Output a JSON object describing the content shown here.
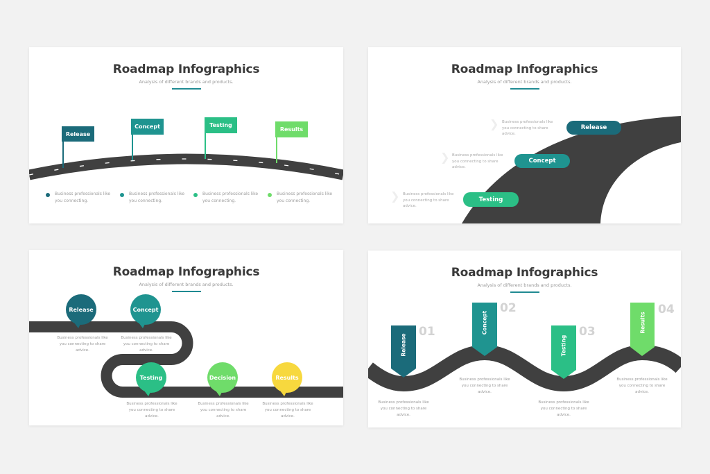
{
  "colors": {
    "dark_teal": "#1b6b7a",
    "teal": "#1f9490",
    "green": "#2bbf86",
    "light_green": "#6fdc6a",
    "yellow": "#f7d83e",
    "road": "#404040"
  },
  "slides": [
    {
      "title": "Roadmap Infographics",
      "subtitle": "Analysis of different brands and products.",
      "flags": [
        {
          "label": "Release"
        },
        {
          "label": "Concept"
        },
        {
          "label": "Testing"
        },
        {
          "label": "Results"
        }
      ],
      "bullets": [
        "Business professionals like you connecting.",
        "Business professionals like you connecting.",
        "Business professionals like you connecting.",
        "Business professionals like you connecting."
      ]
    },
    {
      "title": "Roadmap Infographics",
      "subtitle": "Analysis of different brands and products.",
      "steps": [
        {
          "label": "Release",
          "text": "Business professionals like you connecting to share advice."
        },
        {
          "label": "Concept",
          "text": "Business professionals like you connecting to share advice."
        },
        {
          "label": "Testing",
          "text": "Business professionals like you connecting to share advice."
        }
      ]
    },
    {
      "title": "Roadmap Infographics",
      "subtitle": "Analysis of different brands and products.",
      "steps": [
        {
          "label": "Release",
          "text": "Business professionals like you connecting to share advice."
        },
        {
          "label": "Concept",
          "text": "Business professionals like you connecting to share advice."
        },
        {
          "label": "Testing",
          "text": "Business professionals like you connecting to share advice."
        },
        {
          "label": "Decision",
          "text": "Business professionals like you connecting to share advice."
        },
        {
          "label": "Results",
          "text": "Business professionals like you connecting to share advice."
        }
      ]
    },
    {
      "title": "Roadmap Infographics",
      "subtitle": "Analysis of different brands and products.",
      "steps": [
        {
          "label": "Release",
          "number": "01",
          "text": "Business professionals like you connecting to share advice."
        },
        {
          "label": "Concept",
          "number": "02",
          "text": "Business professionals like you connecting to share advice."
        },
        {
          "label": "Testing",
          "number": "03",
          "text": "Business professionals like you connecting to share advice."
        },
        {
          "label": "Results",
          "number": "04",
          "text": "Business professionals like you connecting to share advice."
        }
      ]
    }
  ]
}
